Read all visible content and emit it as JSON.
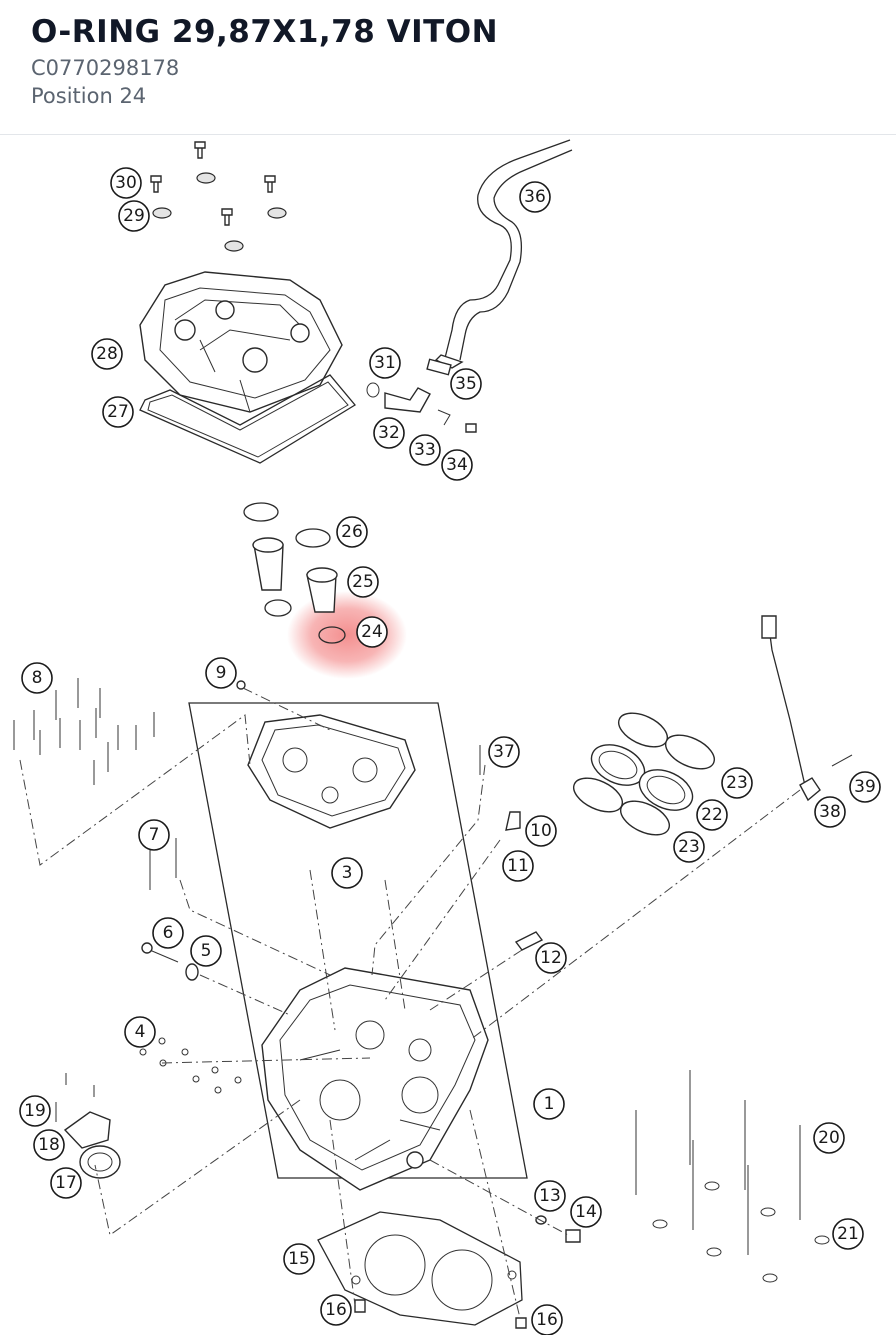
{
  "header": {
    "title": "O-RING 29,87X1,78 VITON",
    "part_number": "C0770298178",
    "position": "Position 24"
  },
  "highlight": {
    "position": "24",
    "color": "#f06a6a"
  },
  "callouts": [
    "1",
    "3",
    "4",
    "5",
    "6",
    "7",
    "8",
    "9",
    "10",
    "11",
    "12",
    "13",
    "14",
    "15",
    "16",
    "16",
    "17",
    "18",
    "19",
    "20",
    "21",
    "22",
    "23",
    "23",
    "24",
    "25",
    "26",
    "27",
    "28",
    "29",
    "30",
    "31",
    "32",
    "33",
    "34",
    "35",
    "36",
    "37",
    "38",
    "39"
  ]
}
